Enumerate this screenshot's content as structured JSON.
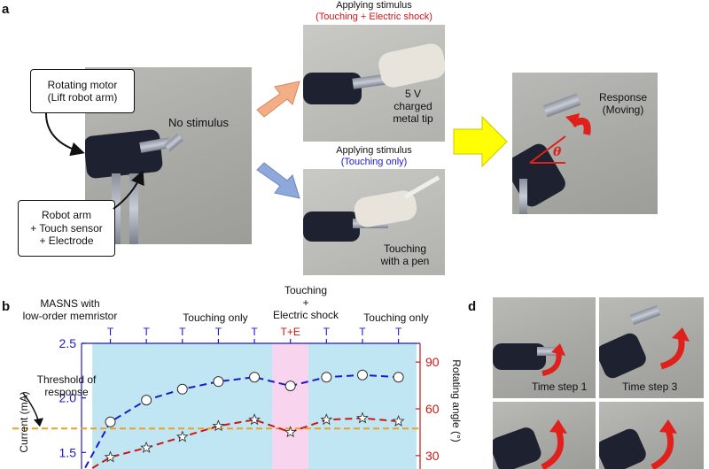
{
  "panel_labels": {
    "a": "a",
    "b": "b",
    "d": "d"
  },
  "panel_a": {
    "no_stimulus": "No stimulus",
    "motor_callout": {
      "line1": "Rotating motor",
      "line2": "(Lift robot arm)"
    },
    "arm_callout": {
      "line1": "Robot arm",
      "line2": "+ Touch sensor",
      "line3": "+ Electrode"
    },
    "stim_top": {
      "title": "Applying stimulus",
      "subtitle": "(Touching + Electric shock)",
      "caption1": "5 V",
      "caption2": "charged",
      "caption3": "metal tip"
    },
    "stim_bottom": {
      "title": "Applying stimulus",
      "subtitle": "(Touching only)",
      "caption1": "Touching",
      "caption2": "with a pen"
    },
    "response": {
      "line1": "Response",
      "line2": "(Moving)",
      "angle_symbol": "θ"
    },
    "colors": {
      "orange_arrow": "#f4ae86",
      "blue_arrow": "#8fa8dc",
      "yellow_arrow": "#ffff00",
      "red": "#e0201b",
      "blue_text": "#1a1acc",
      "red_text": "#d01515"
    }
  },
  "panel_b": {
    "header_left_line1": "MASNS with",
    "header_left_line2": "low-order memristor",
    "header_touch1": "Touching only",
    "header_touch2": "Touching only",
    "header_mid_line1": "Touching",
    "header_mid_line2": "+",
    "header_mid_line3": "Electric shock",
    "threshold_line1": "Threshold of",
    "threshold_line2": "response",
    "y_left_label": "Current (mA)",
    "y_right_label": "Rotating angle (°)"
  },
  "chart_data": {
    "type": "line",
    "x": [
      1,
      2,
      3,
      4,
      5,
      6,
      7,
      8,
      9
    ],
    "x_top_labels": [
      "T",
      "T",
      "T",
      "T",
      "T",
      "T+E",
      "T",
      "T",
      "T"
    ],
    "ylim": [
      1.3,
      2.5
    ],
    "y_ticks": [
      "1.5",
      "2.0",
      "2.5"
    ],
    "y2lim": [
      18,
      102
    ],
    "y2_ticks": [
      "30",
      "60",
      "90"
    ],
    "threshold": 1.72,
    "shaded_regions": [
      {
        "from": 0.5,
        "to": 5.5,
        "color": "#bfe6f2"
      },
      {
        "from": 5.5,
        "to": 6.5,
        "color": "#f9d4ee"
      },
      {
        "from": 6.5,
        "to": 9.5,
        "color": "#bfe6f2"
      }
    ],
    "series": [
      {
        "axis": "left",
        "color": "#1a1acc",
        "marker": "circle",
        "lead_in": [
          [
            0.3,
            1.36
          ],
          [
            0.5,
            1.48
          ]
        ],
        "values": [
          1.78,
          1.98,
          2.08,
          2.15,
          2.19,
          2.11,
          2.19,
          2.21,
          2.19
        ]
      },
      {
        "axis": "right",
        "color": "#d01515",
        "marker": "star",
        "lead_in": [
          [
            0.5,
            22
          ]
        ],
        "values": [
          29,
          35,
          42,
          49,
          53,
          45,
          53,
          54,
          52
        ]
      }
    ]
  },
  "panel_d": {
    "step1": "Time step 1",
    "step3": "Time step 3"
  }
}
